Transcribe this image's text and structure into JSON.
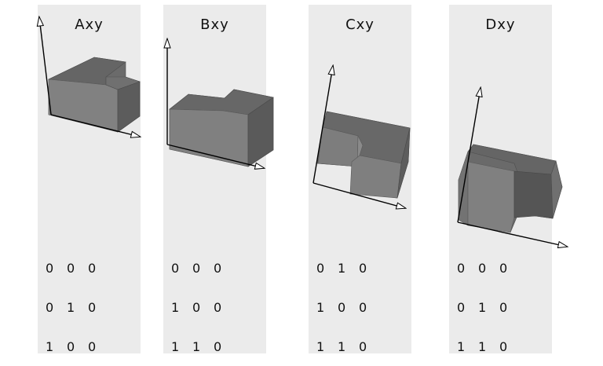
{
  "panels": [
    {
      "title": "Axy",
      "matrix": [
        [
          "0",
          "0",
          "0"
        ],
        [
          "0",
          "1",
          "0"
        ],
        [
          "1",
          "0",
          "0"
        ]
      ]
    },
    {
      "title": "Bxy",
      "matrix": [
        [
          "0",
          "0",
          "0"
        ],
        [
          "1",
          "0",
          "0"
        ],
        [
          "1",
          "1",
          "0"
        ]
      ]
    },
    {
      "title": "Cxy",
      "matrix": [
        [
          "0",
          "1",
          "0"
        ],
        [
          "1",
          "0",
          "0"
        ],
        [
          "1",
          "1",
          "0"
        ]
      ]
    },
    {
      "title": "Dxy",
      "matrix": [
        [
          "0",
          "0",
          "0"
        ],
        [
          "0",
          "1",
          "0"
        ],
        [
          "1",
          "1",
          "0"
        ]
      ]
    }
  ],
  "colors": {
    "panel_background": "#ebebeb",
    "block_front": "#7e7e7e",
    "block_top": "#666666",
    "block_side": "#5a5a5a",
    "axis": "#000000"
  }
}
